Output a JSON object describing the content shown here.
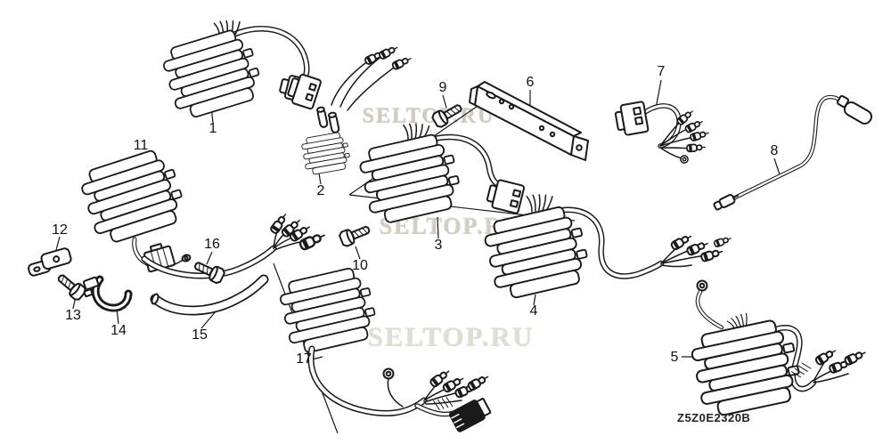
{
  "diagram_code": "Z5Z0E2320B",
  "watermark": {
    "text": "SELTOP.RU"
  },
  "part_labels": [
    "1",
    "2",
    "3",
    "4",
    "5",
    "6",
    "7",
    "8",
    "9",
    "10",
    "11",
    "12",
    "13",
    "14",
    "15",
    "16",
    "17"
  ],
  "colors": {
    "ink": "#1a1a1a",
    "watermark": "#c9c2b4",
    "background": "#ffffff"
  }
}
